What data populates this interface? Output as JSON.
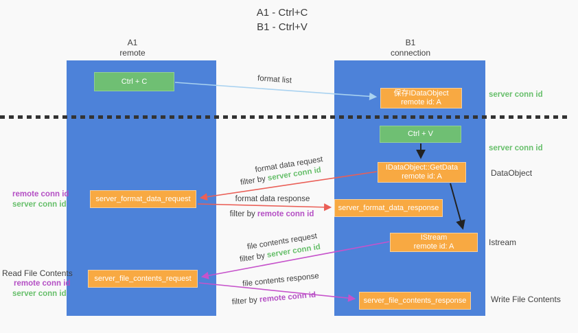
{
  "colors": {
    "column_blue": "#4d82d9",
    "box_green": "#6fbf73",
    "box_orange": "#f8a942",
    "arrow_red": "#ea5f57",
    "arrow_light_blue": "#a9d2f0",
    "arrow_black": "#222222",
    "arrow_magenta": "#c653cb",
    "text_green": "#67bf6b",
    "text_purple": "#b44fc4",
    "text_dark": "#3f3f3f",
    "background": "#f9f9f9"
  },
  "title": {
    "line1": "A1 - Ctrl+C",
    "line2": "B1 - Ctrl+V"
  },
  "headers": {
    "left": {
      "name": "A1",
      "role": "remote"
    },
    "right": {
      "name": "B1",
      "role": "connection"
    }
  },
  "boxes": {
    "ctrl_c": {
      "label": "Ctrl + C"
    },
    "save_dataobject": {
      "line1": "保存IDataObject",
      "line2": "remote id: A"
    },
    "ctrl_v": {
      "label": "Ctrl + V"
    },
    "getdata": {
      "line1": "IDataObject::GetData",
      "line2": "remote id: A"
    },
    "format_request": {
      "label": "server_format_data_request"
    },
    "format_response": {
      "label": "server_format_data_response"
    },
    "istream": {
      "line1": "IStream",
      "line2": "remote id: A"
    },
    "file_request": {
      "label": "server_file_contents_request"
    },
    "file_response": {
      "label": "server_file_contents_response"
    }
  },
  "flow_labels": {
    "format_list": "format list",
    "format_data_request": "format data request",
    "format_data_response": "format data response",
    "file_contents_request": "file contents request",
    "file_contents_response": "file contents response",
    "filter_by": "filter by ",
    "server_conn_id": "server conn id",
    "remote_conn_id": "remote conn id"
  },
  "side_labels": {
    "right": {
      "server_conn_id_1": "server conn id",
      "server_conn_id_2": "server conn id",
      "dataobject": "DataObject",
      "istream": "Istream",
      "write_file_contents": "Write File Contents"
    },
    "left": {
      "remote_conn_id_1": "remote conn id",
      "server_conn_id_1": "server conn id",
      "read_file_contents": "Read File Contents",
      "remote_conn_id_2": "remote conn id",
      "server_conn_id_2": "server conn id"
    }
  }
}
